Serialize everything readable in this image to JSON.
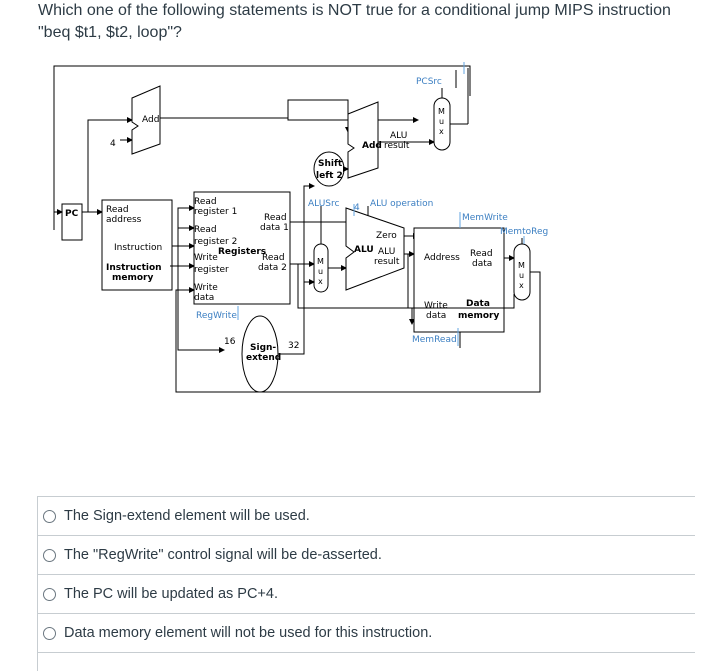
{
  "question": {
    "text": "Which one of the following statements is NOT true for a conditional jump MIPS instruction \"beq $t1, $t2, loop\"?"
  },
  "diagram": {
    "labels": {
      "pcsrc": "PCSrc",
      "add1": "Add",
      "four1": "4",
      "add2": "Add",
      "alu_result_top_1": "ALU",
      "alu_result_top_2": "result",
      "shift_1": "Shift",
      "shift_2": "left 2",
      "pc": "PC",
      "read_address_1": "Read",
      "read_address_2": "address",
      "instruction": "Instruction",
      "instr_mem_1": "Instruction",
      "instr_mem_2": "memory",
      "read_reg1_1": "Read",
      "read_reg1_2": "register 1",
      "read_reg2_1": "Read",
      "read_reg2_2": "register 2",
      "write_reg_1": "Write",
      "write_reg_2": "register",
      "write_data_1": "Write",
      "write_data_2": "data",
      "read_data1_1": "Read",
      "read_data1_2": "data 1",
      "read_data2_1": "Read",
      "read_data2_2": "data 2",
      "registers": "Registers",
      "regwrite": "RegWrite",
      "alusrc": "ALUSrc",
      "four2": "4",
      "alu_op": "ALU operation",
      "zero": "Zero",
      "alu": "ALU",
      "alu_res_1": "ALU",
      "alu_res_2": "result",
      "memwrite": "MemWrite",
      "memtoreg": "MemtoReg",
      "address": "Address",
      "mem_read_data_1": "Read",
      "mem_read_data_2": "data",
      "mem_write_data_1": "Write",
      "mem_write_data_2": "data",
      "data_mem_1": "Data",
      "data_mem_2": "memory",
      "memread": "MemRead",
      "sixteen": "16",
      "thirtytwo": "32",
      "sign_1": "Sign-",
      "sign_2": "extend",
      "mux_m": "M",
      "mux_u": "u",
      "mux_x": "x"
    }
  },
  "options": [
    {
      "label": "The Sign-extend element will be used."
    },
    {
      "label": "The \"RegWrite\" control signal will be de-asserted."
    },
    {
      "label": "The PC will be updated as PC+4."
    },
    {
      "label": "Data memory element will not be used for this instruction."
    }
  ]
}
